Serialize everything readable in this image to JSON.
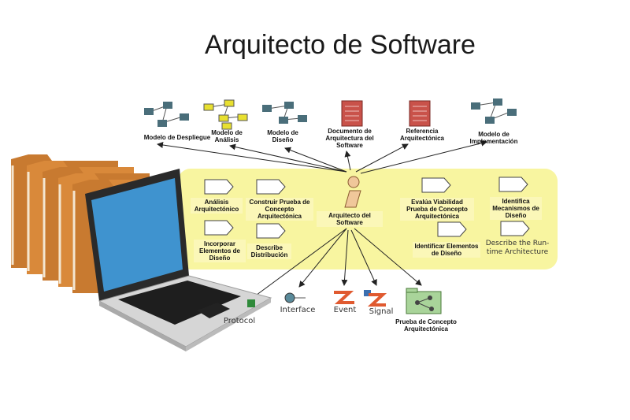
{
  "title": "Arquitecto de Software",
  "center": {
    "label": "Arquitecto del Software"
  },
  "artifacts": [
    {
      "label": "Modelo de Despliegue"
    },
    {
      "label": "Modelo de Análisis"
    },
    {
      "label": "Modelo de Diseño"
    },
    {
      "label": "Documento de Arquitectura del Software"
    },
    {
      "label": "Referencia Arquitectónica"
    },
    {
      "label": "Modelo de Implementación"
    }
  ],
  "activities": [
    {
      "label": "Análisis Arquitectónico"
    },
    {
      "label": "Construir Prueba de Concepto Arquitectónica"
    },
    {
      "label": "Incorporar Elementos de Diseño"
    },
    {
      "label": "Describe Distribución"
    },
    {
      "label": "Evalúa Viabilidad Prueba de Concepto Arquitectónica"
    },
    {
      "label": "Identifica Mecanismos de Diseño"
    },
    {
      "label": "Identificar Elementos de Diseño"
    },
    {
      "label": "Describe the Run-time Architecture"
    }
  ],
  "bottom": [
    {
      "label": "Protocol"
    },
    {
      "label": "Interface"
    },
    {
      "label": "Event"
    },
    {
      "label": "Signal"
    },
    {
      "label": "Prueba de Concepto Arquitectónica"
    }
  ],
  "colors": {
    "band": "#f8f5a0",
    "folder": "#d9893a",
    "screen": "#3f93cf",
    "arrow": "#222222",
    "doc": "#c9524a",
    "node": "#4a6e7a"
  }
}
